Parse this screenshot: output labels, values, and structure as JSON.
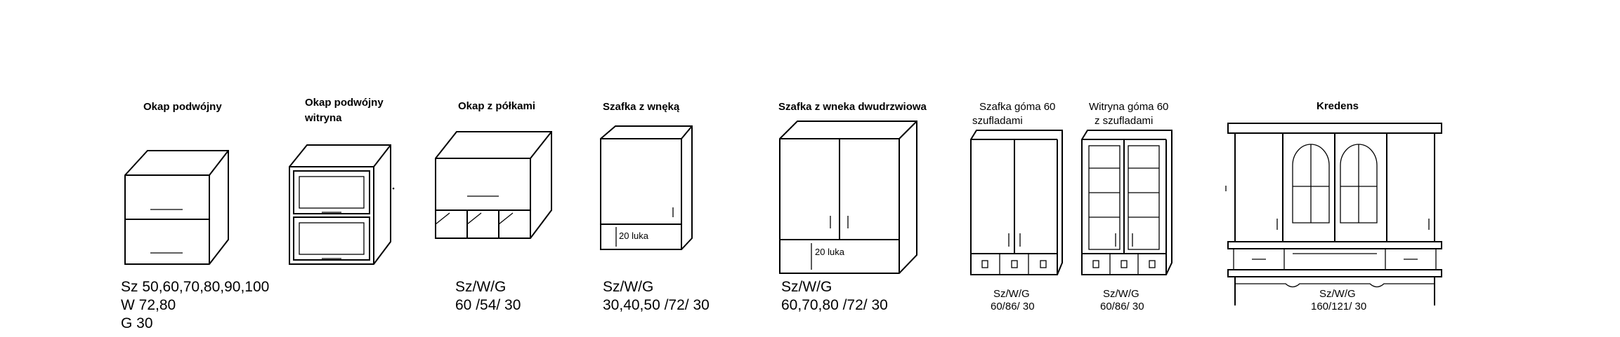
{
  "items": [
    {
      "title": "Okap podwójny",
      "dims": [
        "Sz  50,60,70,80,90,100",
        "W   72,80",
        "G    30"
      ]
    },
    {
      "title_lines": [
        "Okap podwójny",
        "witryna"
      ]
    },
    {
      "title": "Okap z półkami",
      "dims": [
        "Sz/W/G",
        "60 /54/ 30"
      ]
    },
    {
      "title": "Szafka z wnęką",
      "dims": [
        "Sz/W/G",
        "30,40,50 /72/ 30"
      ],
      "note": "20  luka"
    },
    {
      "title": "Szafka z wneka dwudrzwiowa",
      "dims": [
        "Sz/W/G",
        "60,70,80 /72/ 30"
      ],
      "note": "20  luka"
    },
    {
      "title_lines": [
        "Szafka góma  60",
        "szufladami"
      ],
      "dims": [
        "Sz/W/G",
        "60/86/ 30"
      ]
    },
    {
      "title_lines": [
        "Witryna  góma  60",
        "z szufladami"
      ],
      "dims": [
        "Sz/W/G",
        "60/86/ 30"
      ]
    },
    {
      "title": "Kredens",
      "dims": [
        "Sz/W/G",
        "160/121/ 30"
      ]
    }
  ]
}
